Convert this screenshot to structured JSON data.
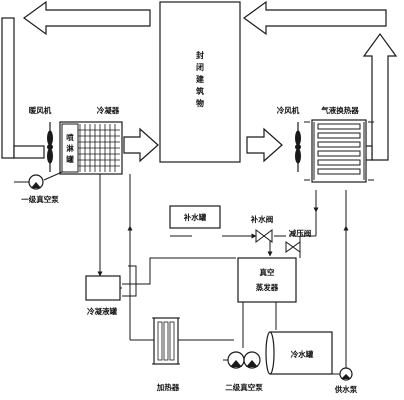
{
  "diagram": {
    "labels": {
      "building": [
        "封",
        "闭",
        "建",
        "筑",
        "物"
      ],
      "heater_fan": "暖风机",
      "condenser": "冷凝器",
      "spray_tank": [
        "喷",
        "淋",
        "罐"
      ],
      "primary_vacuum_pump": "一级真空泵",
      "cooling_fan": "冷风机",
      "gas_liquid_exchanger": "气液换热器",
      "makeup_tank": "补水罐",
      "makeup_valve": "补水阀",
      "pressure_reducing_valve": "减压阀",
      "vacuum_evaporator_line1": "真空",
      "vacuum_evaporator_line2": "蒸发器",
      "condensate_tank": "冷凝液罐",
      "heater": "加热器",
      "secondary_vacuum_pump": "二级真空泵",
      "cold_water_tank": "冷水罐",
      "supply_pump": "供水泵"
    },
    "colors": {
      "line": "#1a1a1a",
      "fill": "#ffffff"
    }
  }
}
